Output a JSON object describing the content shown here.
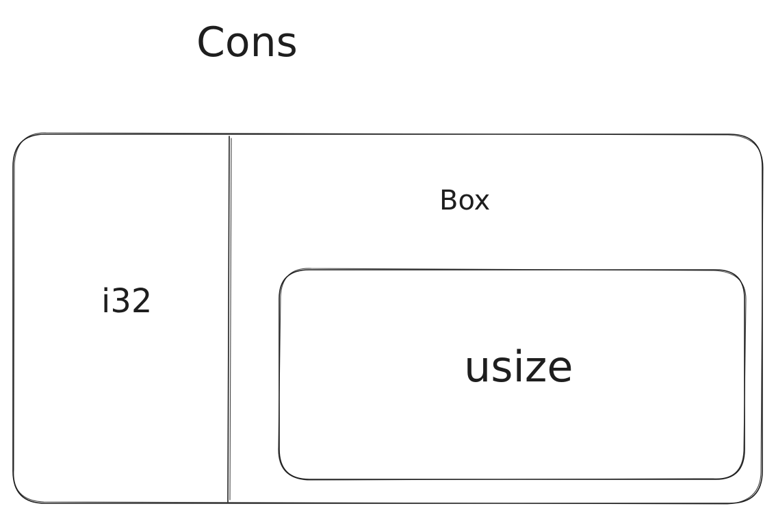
{
  "diagram": {
    "title": "Cons",
    "left_field": "i32",
    "right_field": "Box",
    "inner_field": "usize"
  }
}
